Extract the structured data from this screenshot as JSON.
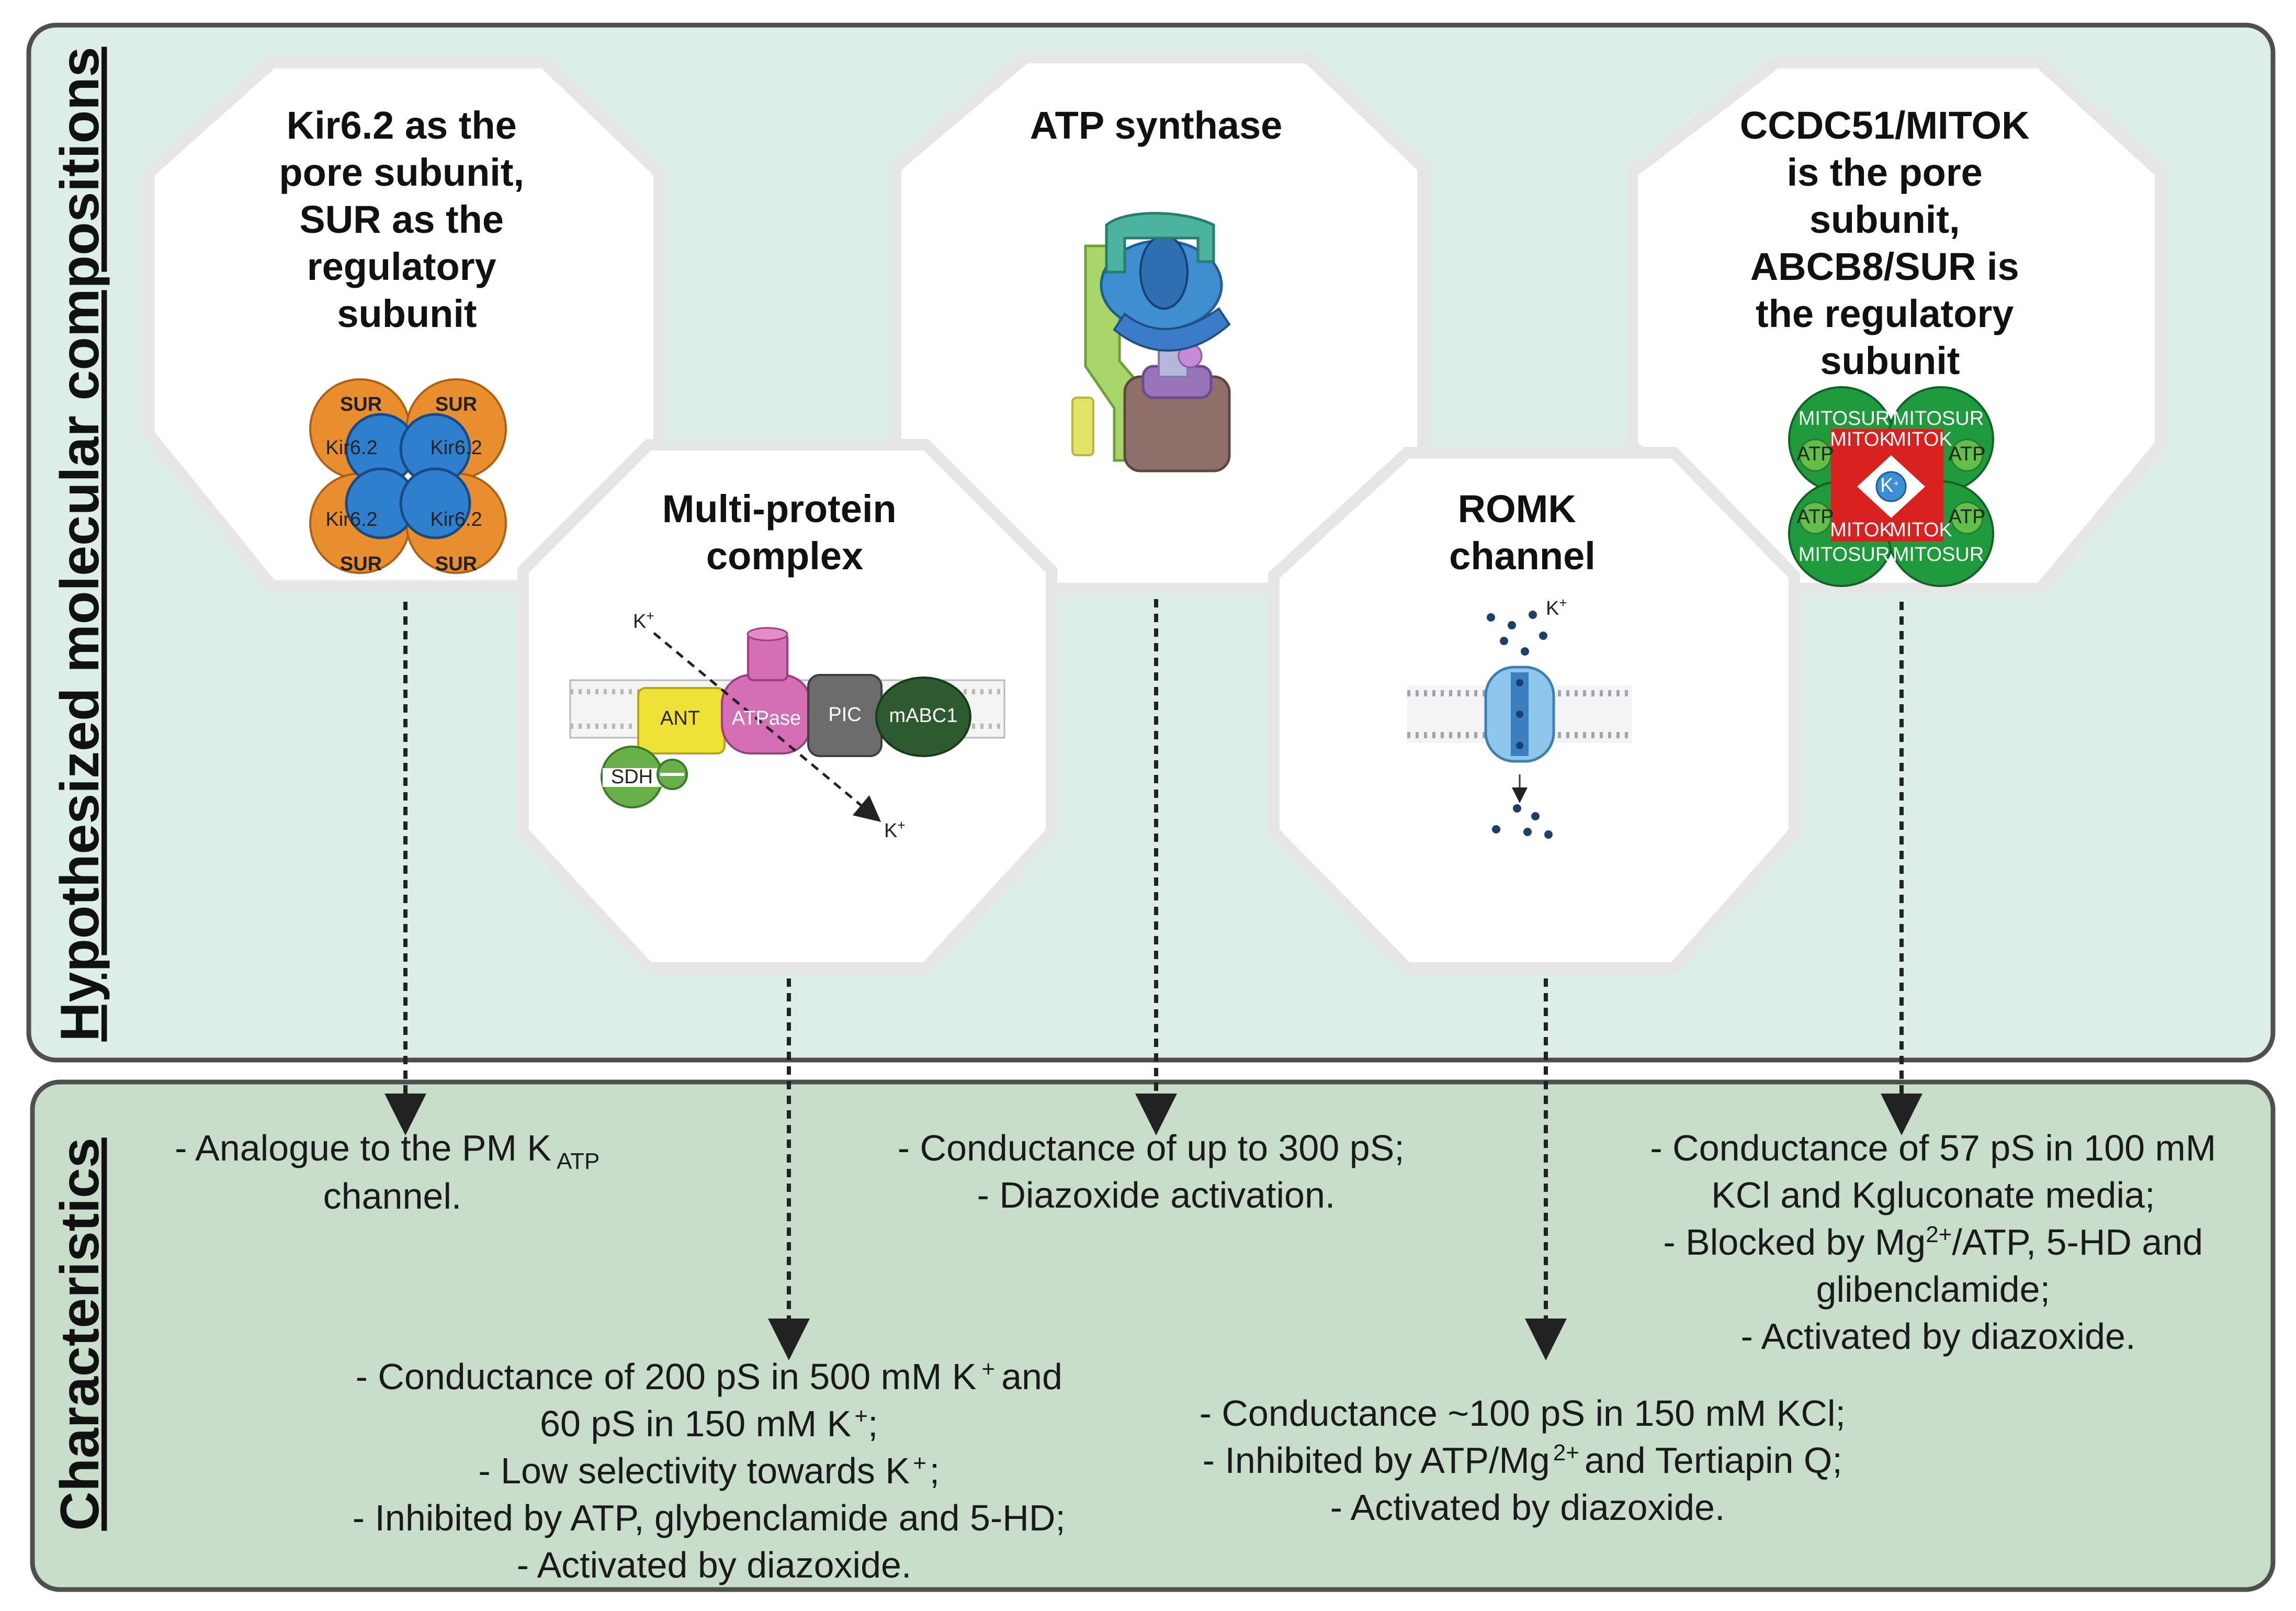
{
  "panels": {
    "top_label": "Hypothesized molecular compositions",
    "bottom_label": "Characteristics"
  },
  "compositions": [
    {
      "id": "kir",
      "title_lines": [
        "Kir6.2 as the",
        "pore subunit,",
        "SUR as the",
        "regulatory",
        "subunit"
      ],
      "figure_labels": {
        "sur": "SUR",
        "kir": "Kir6.2"
      },
      "characteristics": [
        "- Analogue to the PM K",
        "ATP",
        "channel."
      ]
    },
    {
      "id": "multi",
      "title_lines": [
        "Multi-protein",
        "complex"
      ],
      "figure_labels": {
        "k_in": "K",
        "k_out": "K",
        "k_sup": "+",
        "ant": "ANT",
        "atpase": "ATPase",
        "pic": "PIC",
        "mabc1": "mABC1",
        "sdh": "SDH"
      },
      "characteristics": [
        "- Conductance of 200 pS in 500 mM K",
        "+",
        "and",
        "60 pS in 150 mM K",
        "+",
        ";",
        "- Low selectivity towards K",
        "+",
        ";",
        "- Inhibited by ATP, glybenclamide and 5-HD;",
        "- Activated by diazoxide."
      ]
    },
    {
      "id": "atp",
      "title_lines": [
        "ATP synthase"
      ],
      "characteristics": [
        "- Conductance of up to 300 pS;",
        "- Diazoxide activation."
      ]
    },
    {
      "id": "romk",
      "title_lines": [
        "ROMK",
        "channel"
      ],
      "figure_labels": {
        "k": "K",
        "k_sup": "+"
      },
      "characteristics": [
        "- Conductance ~100 pS in 150 mM KCl;",
        "- Inhibited by ATP/Mg",
        "2+",
        "and Tertiapin Q;",
        "- Activated by diazoxide."
      ]
    },
    {
      "id": "mitok",
      "title_lines": [
        "CCDC51/MITOK",
        "is the pore",
        "subunit,",
        "ABCB8/SUR is",
        "the regulatory",
        "subunit"
      ],
      "figure_labels": {
        "mitosur": "MITOSUR",
        "mitok": "MITOK",
        "atp": "ATP",
        "k": "K",
        "k_sup": "+"
      },
      "characteristics": [
        "- Conductance of 57 pS in 100 mM",
        "KCl and Kgluconate media;",
        "- Blocked by  Mg",
        "2+",
        "/ATP, 5-HD and",
        "glibenclamide;",
        "- Activated by diazoxide."
      ]
    }
  ],
  "colors": {
    "top_panel_fill": "#dcedea",
    "bottom_panel_fill": "#c8ddca",
    "panel_border": "#4f4f4f",
    "octagon_border": "#e6e6e6"
  }
}
